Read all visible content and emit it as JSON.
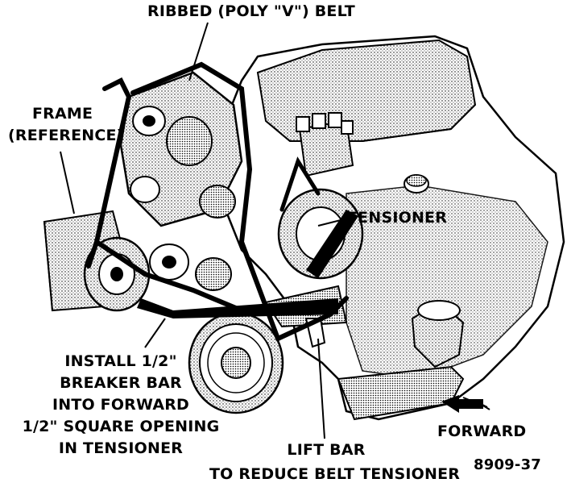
{
  "labels": {
    "belt": "RIBBED (POLY \"V\") BELT",
    "frame_line1": "FRAME",
    "frame_line2": "(REFERENCE)",
    "tensioner": "TENSIONER",
    "install_line1": "INSTALL 1/2\"",
    "install_line2": "BREAKER BAR",
    "install_line3": "INTO FORWARD",
    "install_line4": "1/2\" SQUARE OPENING",
    "install_line5": "IN TENSIONER",
    "lift_line1": "LIFT BAR",
    "lift_line2": "TO REDUCE BELT TENSIONER",
    "forward": "FORWARD",
    "figure_number": "8909-37"
  },
  "colors": {
    "ink": "#000000",
    "paper": "#ffffff",
    "shade": "#d9d9d9"
  }
}
